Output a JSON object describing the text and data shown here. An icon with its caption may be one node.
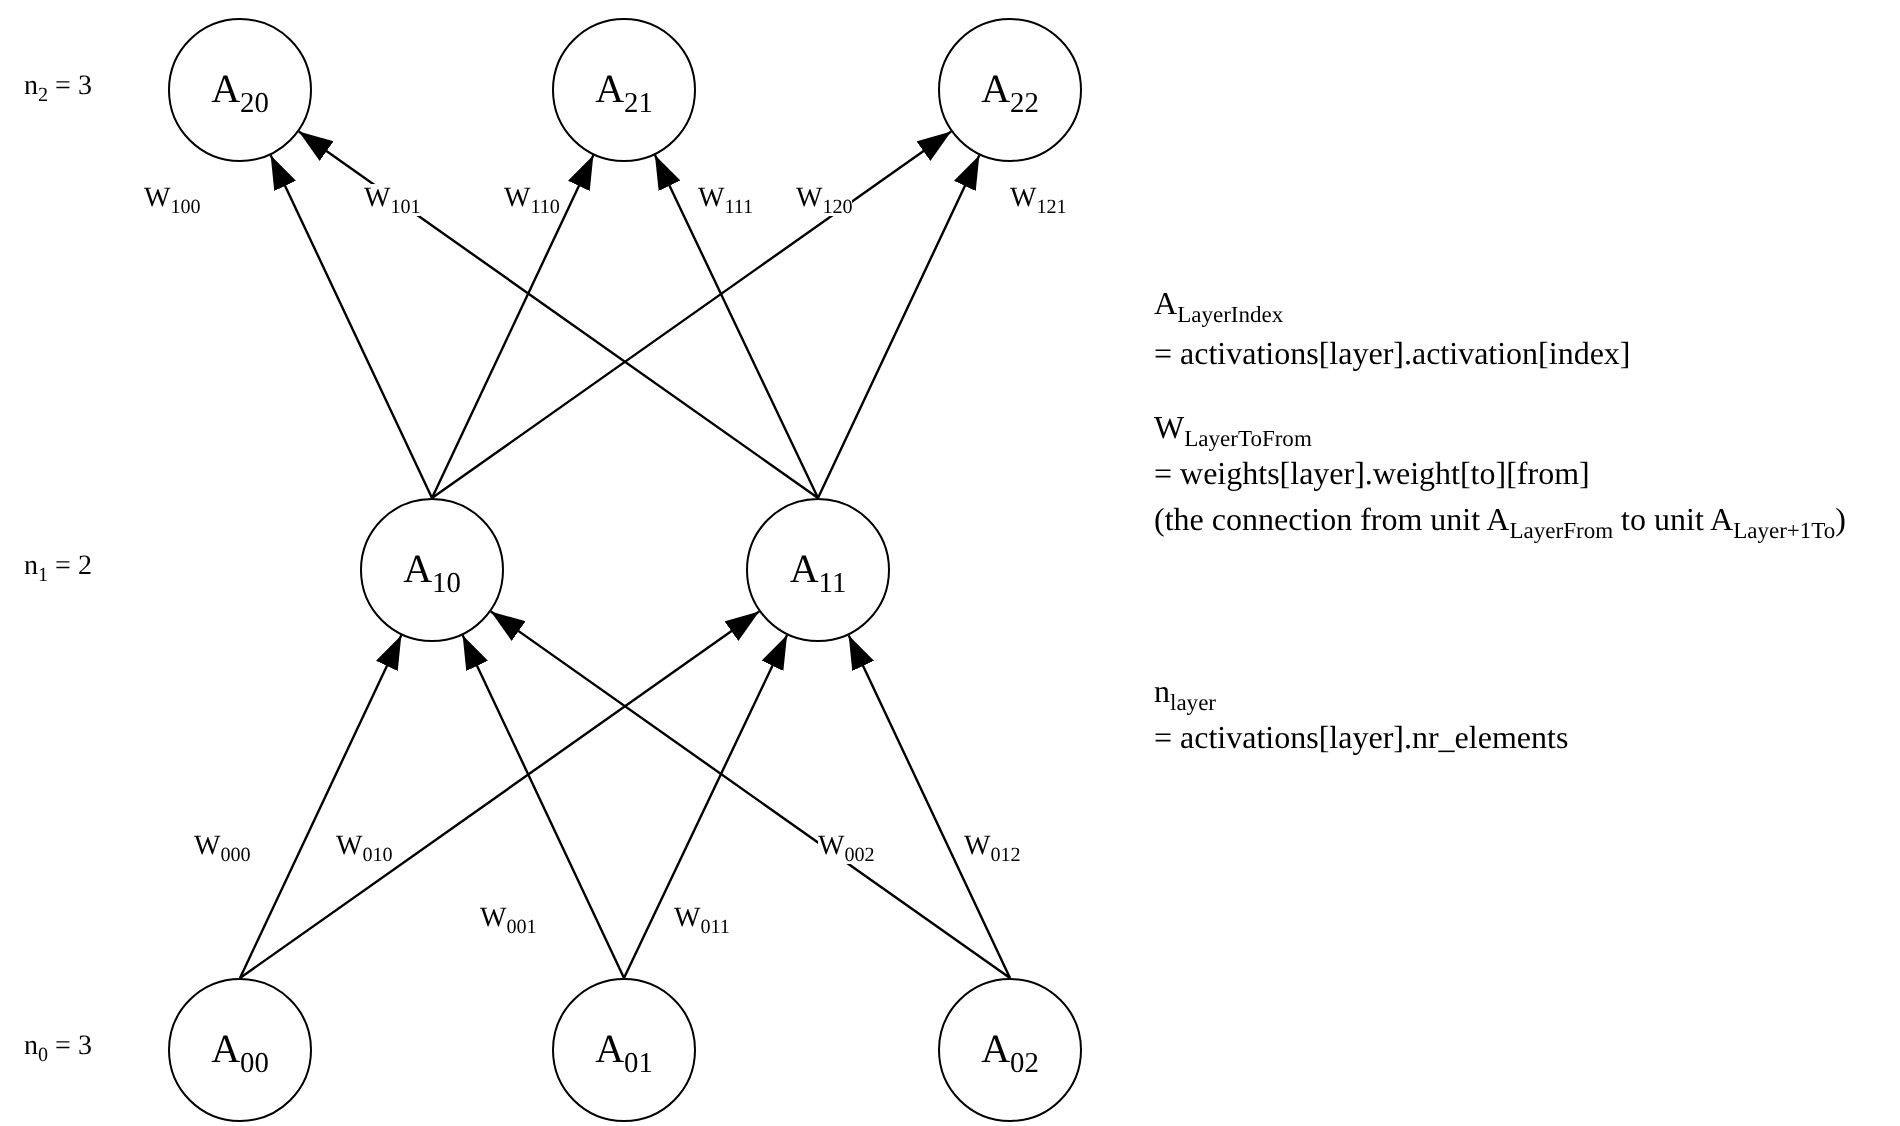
{
  "diagram": {
    "nodes": [
      {
        "text": [
          "A$_{20}$"
        ]
      },
      {
        "text": [
          "A$_{21}$"
        ]
      },
      {
        "text": [
          "A$_{22}$"
        ]
      },
      {
        "text": [
          "A$_{10}$"
        ]
      },
      {
        "text": [
          "A$_{11}$"
        ]
      },
      {
        "text": [
          "A$_{00}$"
        ]
      },
      {
        "text": [
          "A$_{01}$"
        ]
      },
      {
        "text": [
          "A$_{02}$"
        ]
      }
    ],
    "edges": [
      {
        "from": 3,
        "to": 0,
        "arrow": "to",
        "label": "W$_{100}$"
      },
      {
        "from": 4,
        "to": 0,
        "arrow": "to",
        "label": "W$_{101}$"
      },
      {
        "from": 3,
        "to": 1,
        "arrow": "to",
        "label": "W$_{110}$"
      },
      {
        "from": 4,
        "to": 1,
        "arrow": "to",
        "label": "W$_{111}$"
      },
      {
        "from": 3,
        "to": 2,
        "arrow": "to",
        "label": "W$_{120}$"
      },
      {
        "from": 4,
        "to": 2,
        "arrow": "to",
        "label": "W$_{121}$"
      },
      {
        "from": 5,
        "to": 3,
        "arrow": "to",
        "label": "W$_{000}$"
      },
      {
        "from": 5,
        "to": 4,
        "arrow": "to",
        "label": "W$_{010}$"
      },
      {
        "from": 6,
        "to": 3,
        "arrow": "to",
        "label": "W$_{001}$"
      },
      {
        "from": 6,
        "to": 4,
        "arrow": "to",
        "label": "W$_{011}$"
      },
      {
        "from": 7,
        "to": 3,
        "arrow": "to",
        "label": "W$_{002}$"
      },
      {
        "from": 7,
        "to": 4,
        "arrow": "to",
        "label": "W$_{012}$"
      }
    ],
    "labels": [
      "n$_{2}$ = 3",
      "n$_{1}$ = 2",
      "n$_{0}$ = 3",
      "A$_{LayerIndex}$",
      "= activations[layer].activation[index]",
      "W$_{LayerToFrom}$",
      "= weights[layer].weight[to][from]",
      "(the connection from unit A$_{LayerFrom}$ to unit A$_{Layer+1To}$)",
      "n$_{layer}$",
      "= activations[layer].nr_elements"
    ]
  }
}
